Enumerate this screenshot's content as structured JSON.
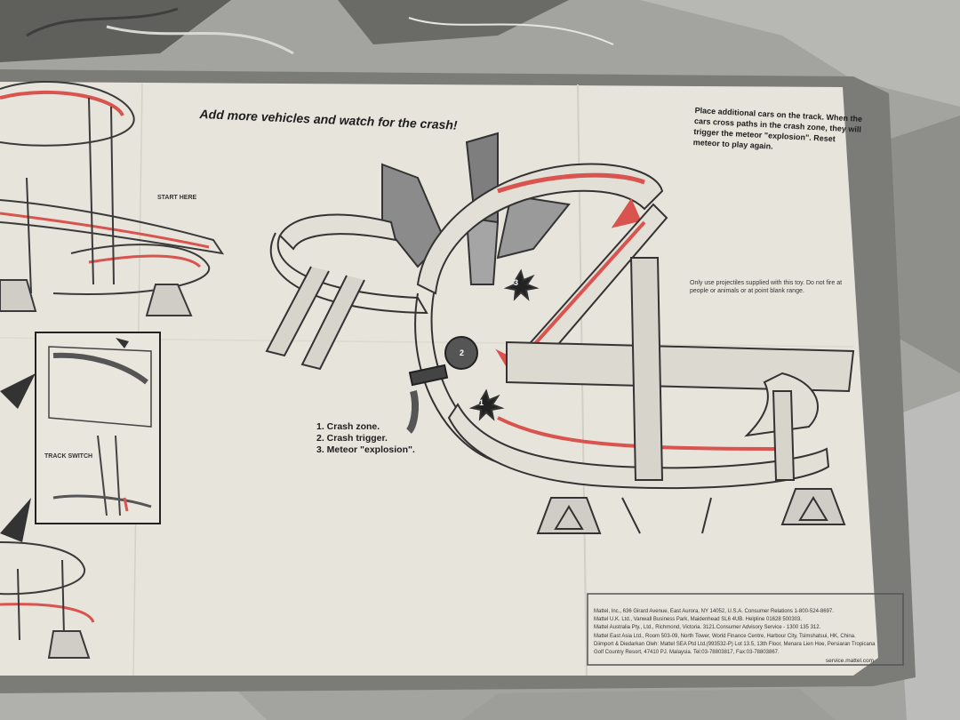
{
  "manual": {
    "headline": "Add more vehicles and watch for the crash!",
    "instruction": "Place additional cars on the track. When the cars cross paths in the crash zone, they will trigger the meteor \"explosion\". Reset meteor to play again.",
    "warning": "Only use projectiles supplied with this toy. Do not fire at people or animals or at point blank range.",
    "start_label": "START HERE",
    "track_switch_label": "TRACK SWITCH",
    "legend": [
      "1. Crash zone.",
      "2. Crash trigger.",
      "3. Meteor \"explosion\"."
    ],
    "markers": [
      "3",
      "2",
      "1"
    ],
    "footer": [
      "Mattel, Inc., 636 Girard Avenue, East Aurora, NY 14052, U.S.A. Consumer Relations 1-800-524-8697.",
      "Mattel U.K. Ltd., Vanwall Business Park, Maidenhead SL6 4UB. Helpline 01628 500303.",
      "Mattel Australia Pty., Ltd., Richmond, Victoria. 3121.Consumer Advisory Service - 1300 135 312.",
      "Mattel East Asia Ltd., Room 503-09, North Tower, World Finance Centre, Harbour City, Tsimshatsui, HK, China.",
      "Diimport & Diedarkan Oleh: Mattel SEA Ptd Ltd.(993532-P) Lot 13.5, 13th Floor, Menara Lien Hoe, Persiaran Tropicana",
      "Golf Country Resort, 47410 PJ. Malaysia. Tel:03-78803817, Fax:03-78803867."
    ],
    "service_url": "service.mattel.com"
  },
  "colors": {
    "paper": "#e6e3da",
    "paper_border": "#7c7c7a",
    "marble": "#9a9a97",
    "track_red": "#d9534f",
    "line_dark": "#333333"
  }
}
